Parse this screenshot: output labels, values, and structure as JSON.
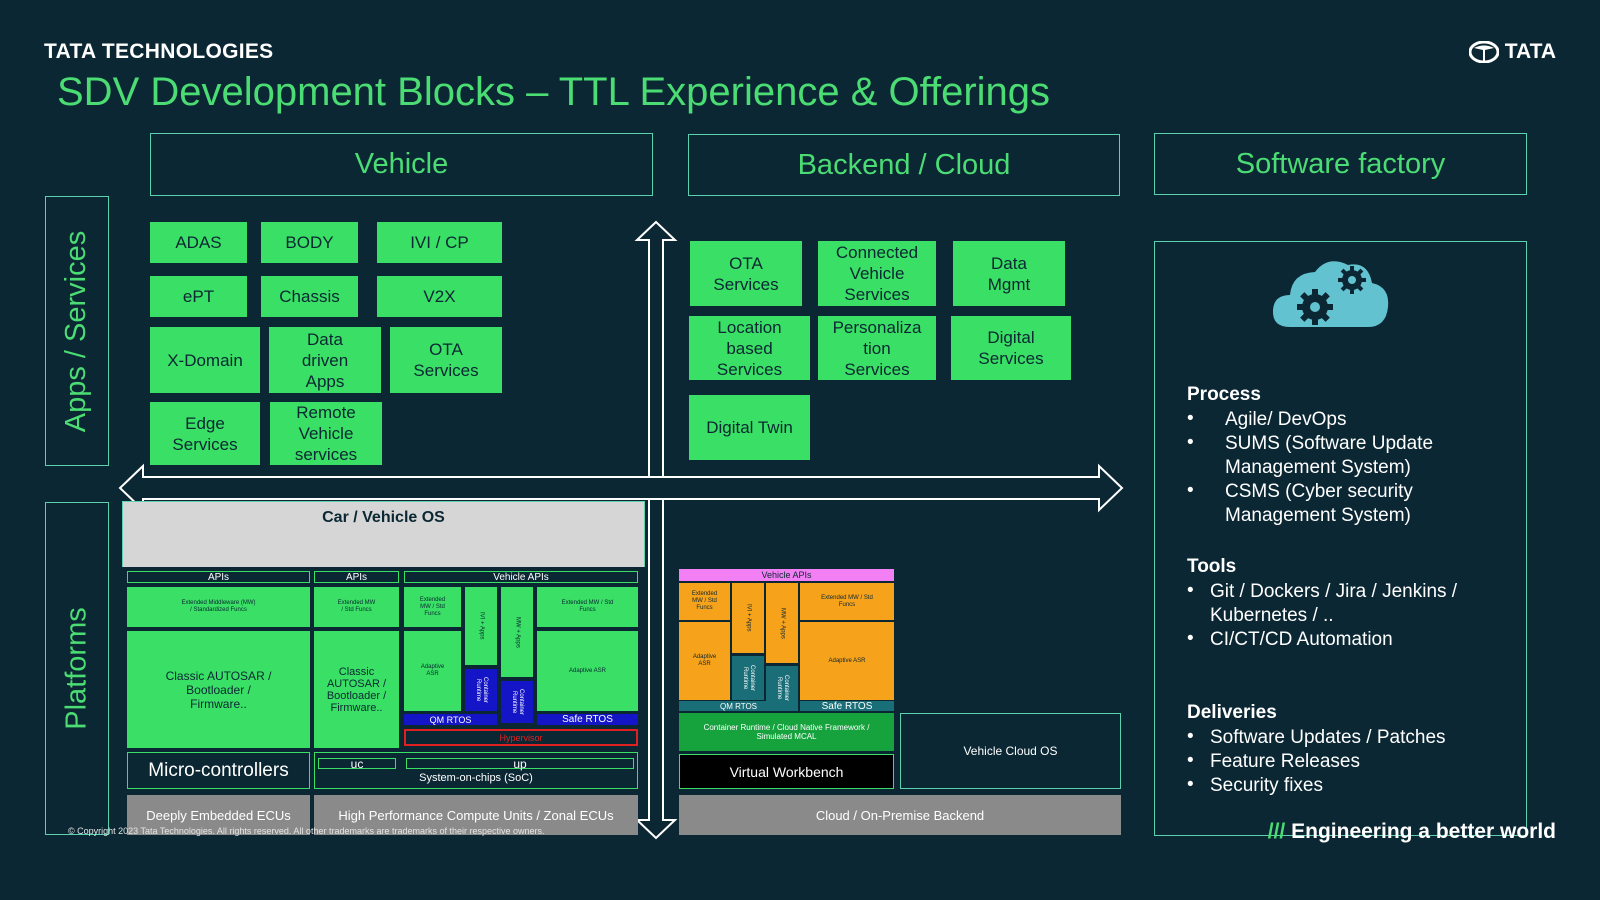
{
  "header": {
    "brand": "TATA TECHNOLOGIES",
    "brand_right": "TATA",
    "title": "SDV Development Blocks – TTL Experience & Offerings"
  },
  "columns": {
    "vehicle": "Vehicle",
    "backend": "Backend / Cloud",
    "software_factory": "Software factory"
  },
  "rows": {
    "apps_services": "Apps / Services",
    "platforms": "Platforms"
  },
  "vehicle_apps": [
    "ADAS",
    "BODY",
    "IVI / CP",
    "ePT",
    "Chassis",
    "V2X",
    "X-Domain",
    "Data\ndriven\nApps",
    "OTA\nServices",
    "Edge\nServices",
    "Remote\nVehicle\nservices"
  ],
  "backend_apps": [
    "OTA\nServices",
    "Connected\nVehicle\nServices",
    "Data\nMgmt",
    "Location\nbased\nServices",
    "Personaliza\ntion\nServices",
    "Digital\nServices",
    "Digital Twin"
  ],
  "vehicle_os": {
    "title": "Car / Vehicle OS",
    "apis": [
      "APIs",
      "APIs",
      "Vehicle APIs"
    ],
    "mw": [
      "Extended Middleware (MW)\n/ Standardized Funcs",
      "Extended MW\n/ Std Funcs",
      "Extended\nMW / Std\nFuncs",
      "IVI + Apps",
      "MW + Apps",
      "Extended MW / Std\nFuncs"
    ],
    "classic1": "Classic AUTOSAR /\nBootloader /\nFirmware..",
    "classic2": "Classic\nAUTOSAR /\nBootloader /\nFirmware..",
    "adaptive1": "Adaptive\nASR",
    "adaptive2": "Adaptive ASR",
    "container": "Container\nRuntime",
    "qm_rtos": "QM RTOS",
    "safe_rtos": "Safe RTOS",
    "hypervisor": "Hypervisor",
    "micro": "Micro-controllers",
    "uc": "uc",
    "up": "up",
    "soc": "System-on-chips (SoC)"
  },
  "cloud_os": {
    "vehicle_apis": "Vehicle APIs",
    "mw_left": "Extended\nMW / Std\nFuncs",
    "ivi": "IVI + Apps",
    "mw_apps": "MW + Apps",
    "mw_right": "Extended MW / Std\nFuncs",
    "adaptive_left": "Adaptive\nASR",
    "adaptive_right": "Adaptive ASR",
    "container": "Container\nRuntime",
    "qm_rtos": "QM RTOS",
    "safe_rtos": "Safe RTOS",
    "runtime": "Container Runtime / Cloud Native Framework /\nSimulated MCAL",
    "workbench": "Virtual Workbench",
    "cloud_os": "Vehicle Cloud OS"
  },
  "bottom_bars": [
    "Deeply Embedded ECUs",
    "High Performance Compute Units / Zonal ECUs",
    "Cloud / On-Premise Backend"
  ],
  "software_factory": {
    "process_title": "Process",
    "process": [
      "Agile/ DevOps",
      "SUMS (Software Update\nManagement System)",
      "CSMS (Cyber security\nManagement System)"
    ],
    "tools_title": "Tools",
    "tools": [
      "Git / Dockers / Jira / Jenkins /\nKubernetes / ..",
      "CI/CT/CD Automation"
    ],
    "deliveries_title": "Deliveries",
    "deliveries": [
      "Software Updates / Patches",
      "Feature Releases",
      "Security fixes"
    ]
  },
  "footer": {
    "copyright": "© Copyright 2023 Tata Technologies. All rights reserved. All other trademarks are trademarks of their respective owners.",
    "tagline_mark": "///",
    "tagline": "Engineering a better world"
  },
  "colors": {
    "background": "#0b2733",
    "green": "#39e065",
    "title_green": "#4bdc74",
    "orange": "#f7a21b",
    "blue": "#1515c8",
    "gray": "#8a8a8a"
  }
}
